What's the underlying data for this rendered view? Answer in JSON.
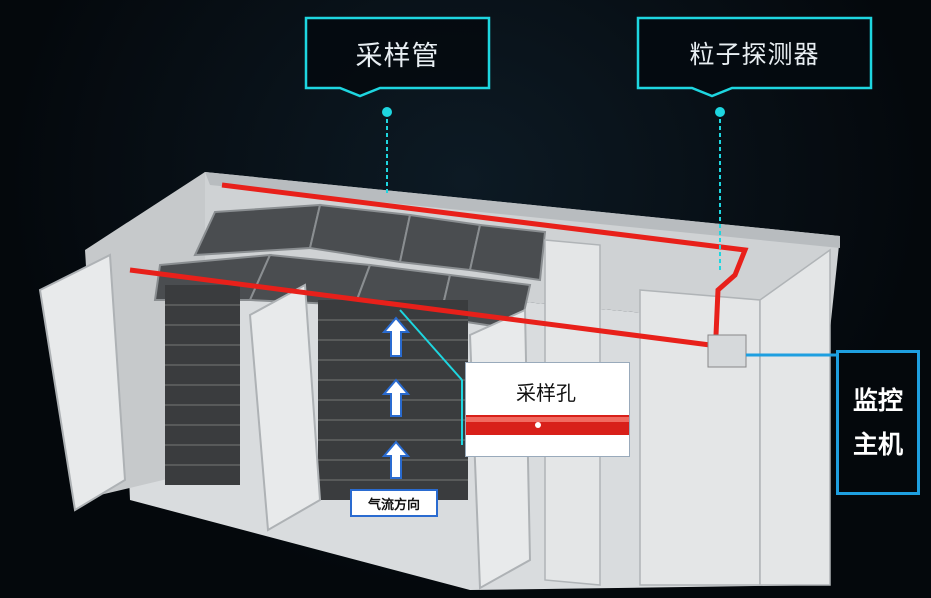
{
  "labels": {
    "sampling_pipe": "采样管",
    "particle_detector": "粒子探测器",
    "sampling_hole": "采样孔",
    "airflow_direction": "气流方向",
    "monitor_host_line1": "监控",
    "monitor_host_line2": "主机"
  },
  "colors": {
    "callout_border": "#1ed6e0",
    "pipe": "#e8201a",
    "host_border": "#1e9fe0",
    "arrow": "#2a6bd0"
  }
}
